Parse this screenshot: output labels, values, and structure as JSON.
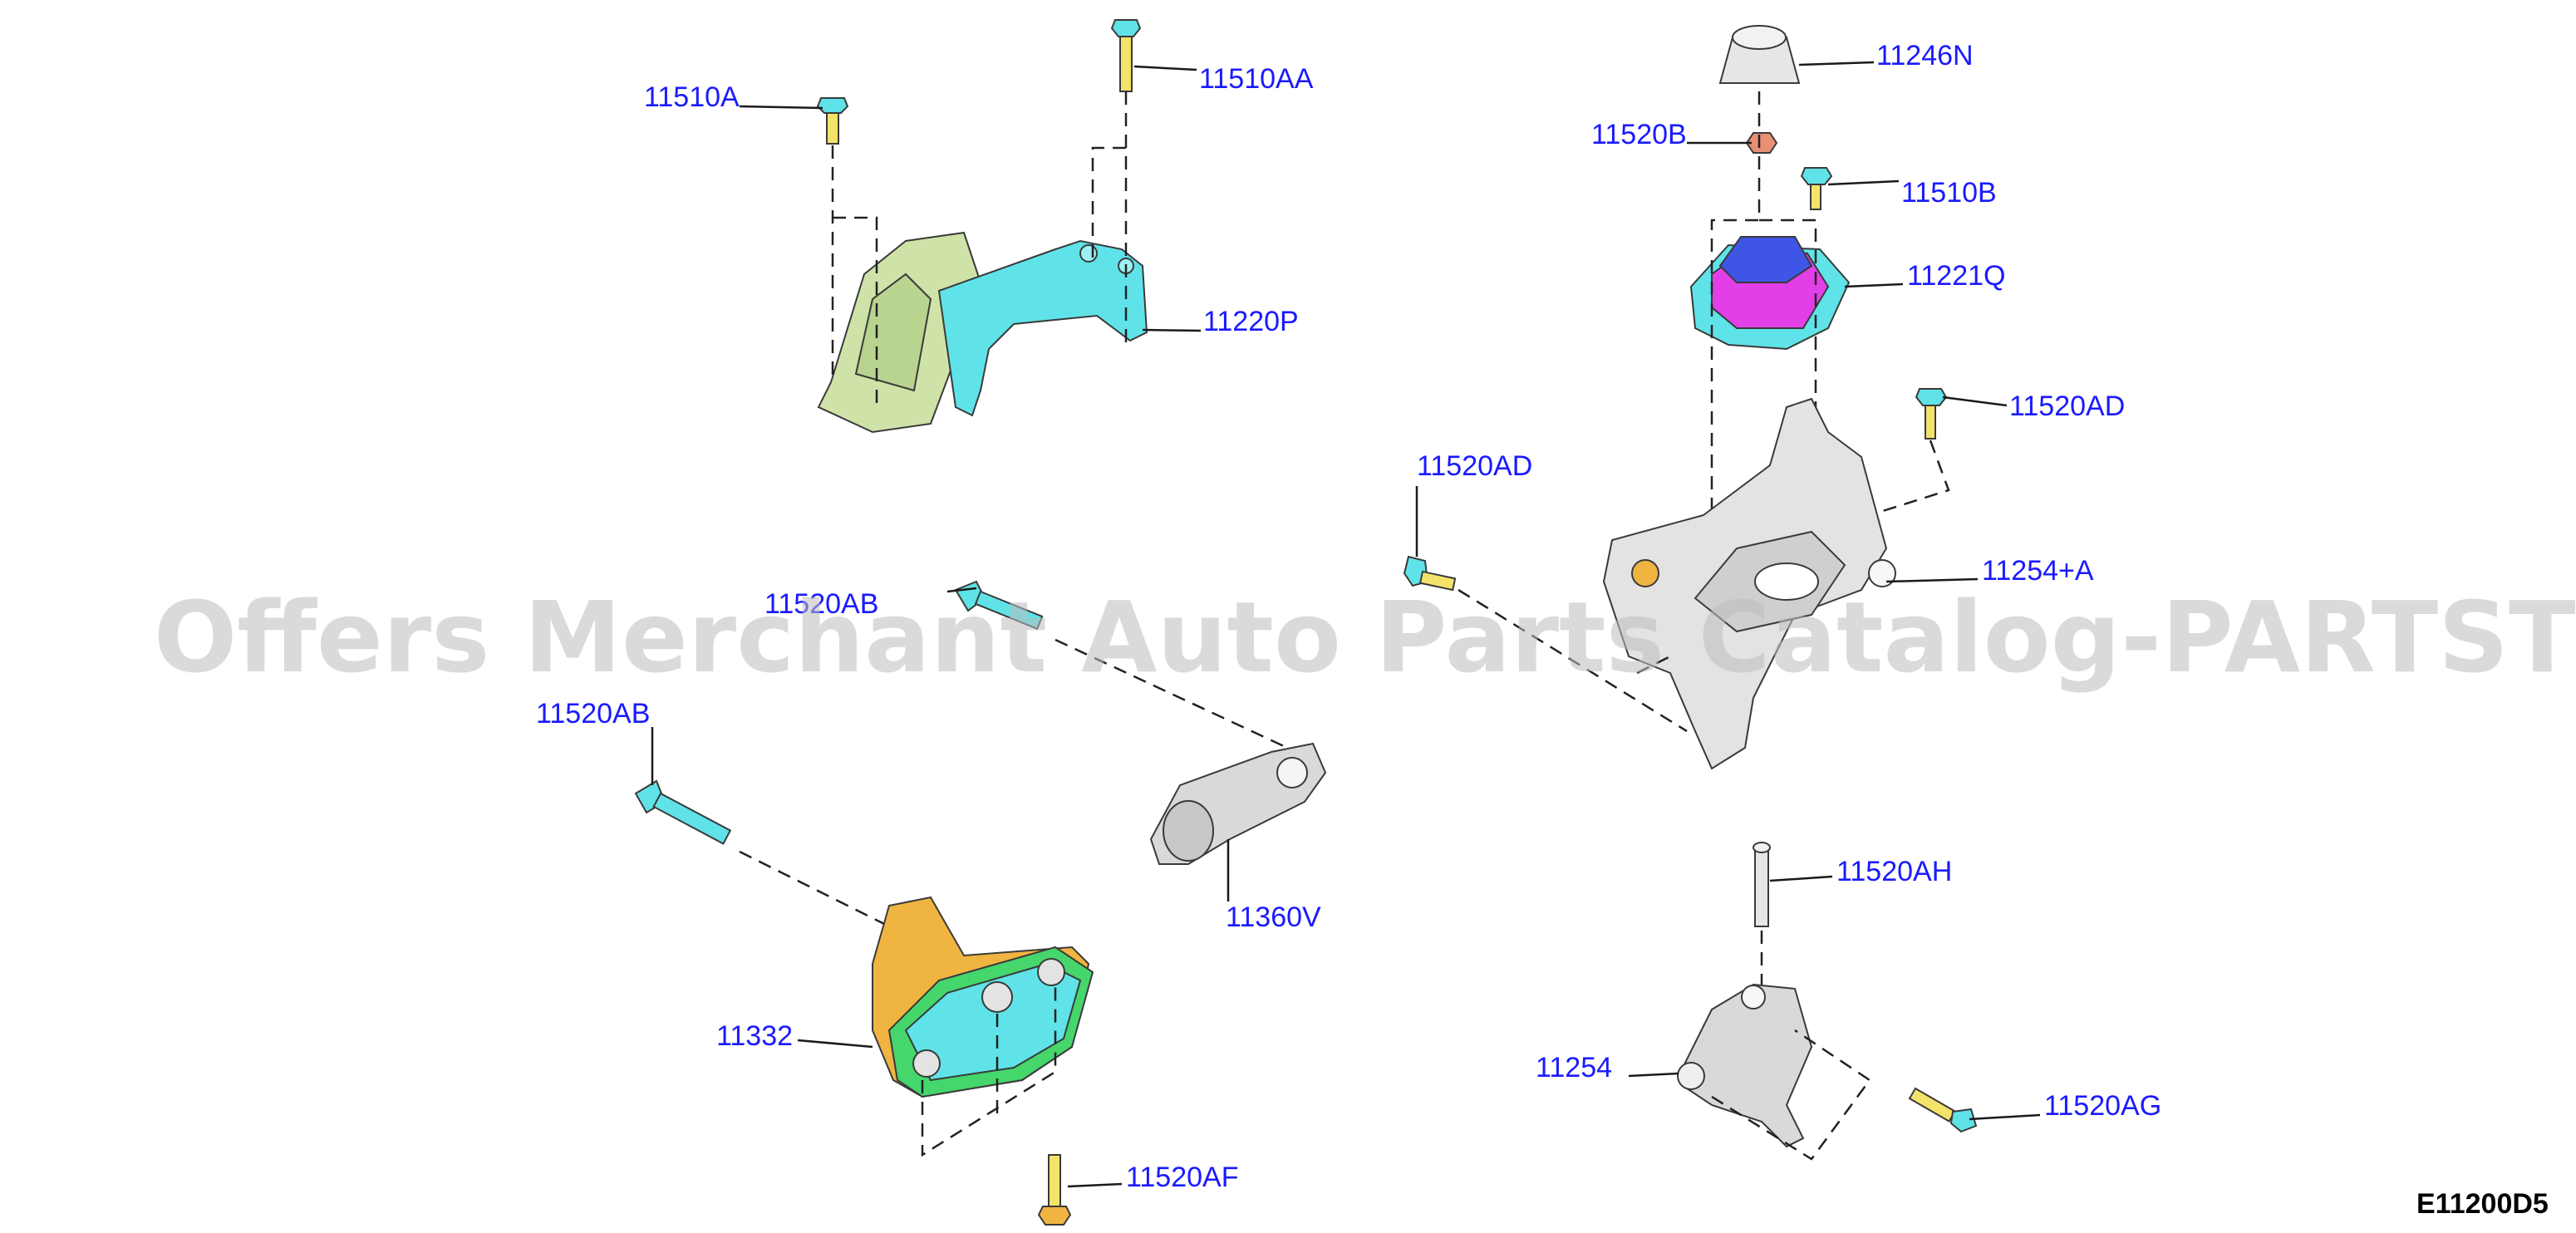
{
  "watermark": "Offers Merchant Auto Parts Catalog-PARTSTORE.SA",
  "diagram_code": "E11200D5",
  "callouts": {
    "c11510A": "11510A",
    "c11510AA": "11510AA",
    "c11220P": "11220P",
    "c11246N": "11246N",
    "c11520B": "11520B",
    "c11510B": "11510B",
    "c11221Q": "11221Q",
    "c11520AD_r": "11520AD",
    "c11520AD_l": "11520AD",
    "c11254A": "11254+A",
    "c11520AB_1": "11520AB",
    "c11520AB_2": "11520AB",
    "c11360V": "11360V",
    "c11520AH": "11520AH",
    "c11332": "11332",
    "c11254": "11254",
    "c11520AG": "11520AG",
    "c11520AF": "11520AF"
  },
  "colors": {
    "callout_text": "#1a1aff",
    "cyan_part": "#5fe3e8",
    "green_part": "#cfe3a8",
    "grey_part": "#d9d9d9",
    "orange_part": "#f0b441",
    "magenta_part": "#e23fe8",
    "blue_part": "#3f55e6",
    "yellow_part": "#f4e36a"
  }
}
